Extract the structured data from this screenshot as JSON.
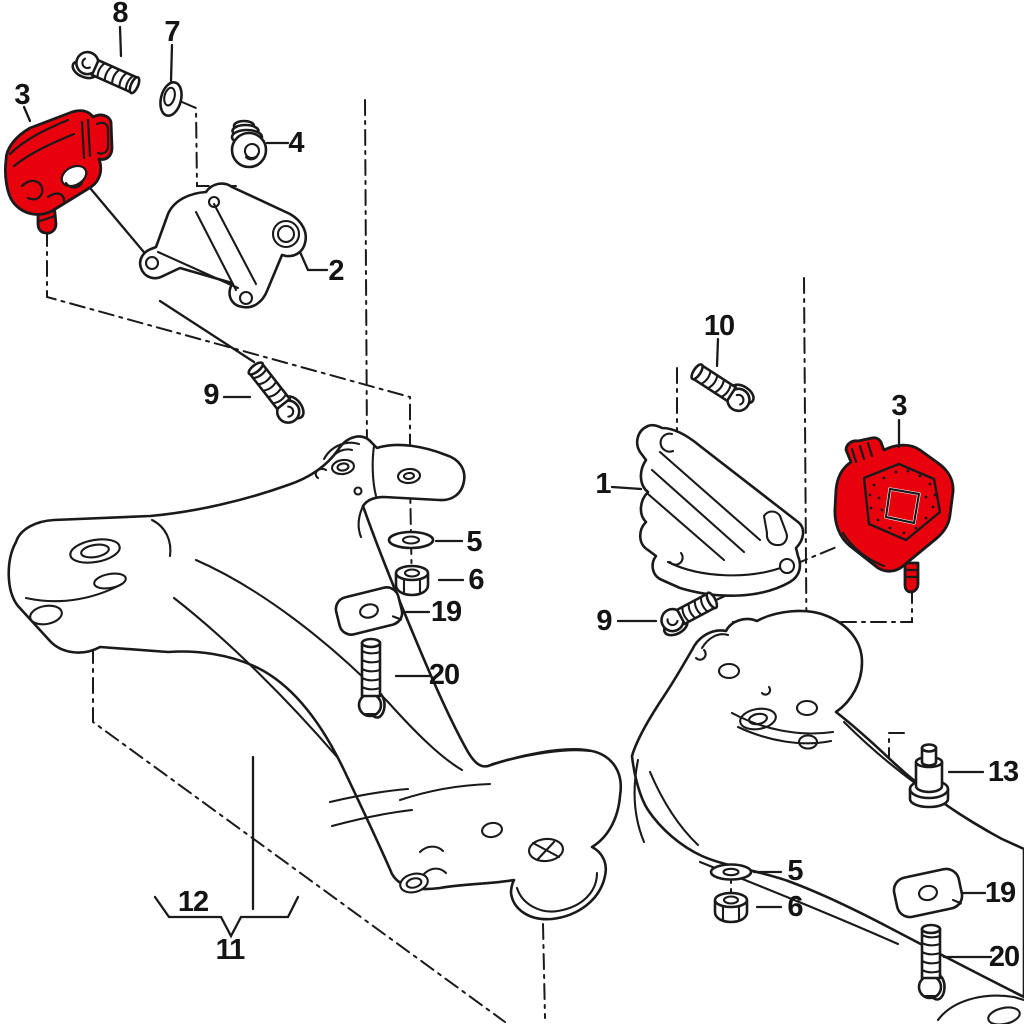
{
  "diagram": {
    "kind": "exploded parts line diagram",
    "highlighted_label": "3"
  },
  "colors": {
    "background": "#ffffff",
    "line": "#1a1a1a",
    "highlight": "#e8000d"
  },
  "callouts": [
    {
      "label": "8"
    },
    {
      "label": "7"
    },
    {
      "label": "3"
    },
    {
      "label": "4"
    },
    {
      "label": "2"
    },
    {
      "label": "9"
    },
    {
      "label": "10"
    },
    {
      "label": "1"
    },
    {
      "label": "3"
    },
    {
      "label": "9"
    },
    {
      "label": "5"
    },
    {
      "label": "6"
    },
    {
      "label": "19"
    },
    {
      "label": "20"
    },
    {
      "label": "13"
    },
    {
      "label": "5"
    },
    {
      "label": "6"
    },
    {
      "label": "19"
    },
    {
      "label": "20"
    },
    {
      "label": "12"
    },
    {
      "label": "11"
    }
  ]
}
